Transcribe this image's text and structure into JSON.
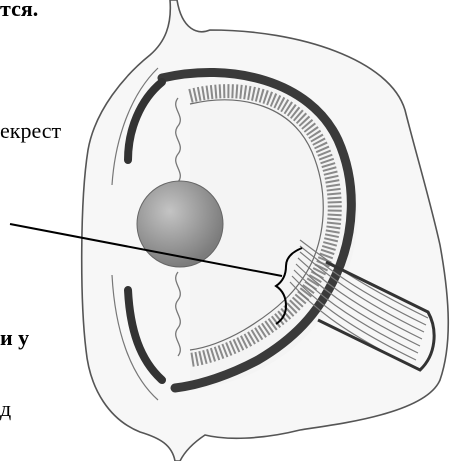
{
  "text_fragments": {
    "top": "тся.",
    "crossing": "екрест",
    "bold_line": "и у",
    "bottom": "д"
  },
  "colors": {
    "outline": "#555555",
    "eye_fill": "#ececec",
    "choroid": "#3a3a3a",
    "lens": "#8c8c8c",
    "fibers": "#7a7a7a",
    "pointer": "#000000"
  }
}
